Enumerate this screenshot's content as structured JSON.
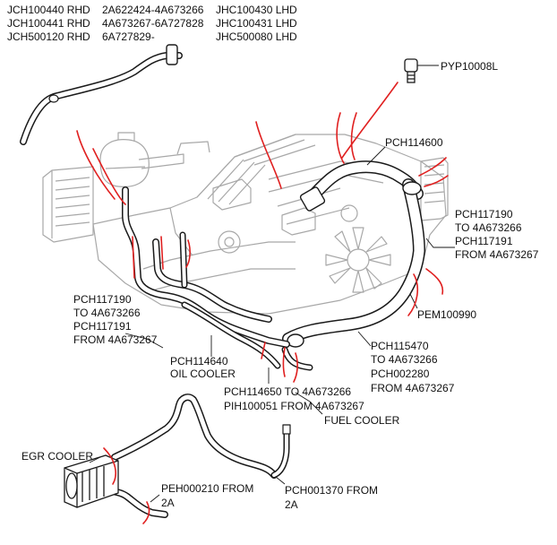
{
  "header": {
    "rows": [
      {
        "code": "JCH100440 RHD",
        "range": "2A622424-4A673266",
        "alt": "JHC100430 LHD"
      },
      {
        "code": "JCH100441 RHD",
        "range": "4A673267-6A727828",
        "alt": "JHC100431 LHD"
      },
      {
        "code": "JCH500120 RHD",
        "range": "6A727829-",
        "alt": "JHC500080 LHD"
      }
    ]
  },
  "labels": {
    "pyp": "PYP10008L",
    "pch114600": "PCH114600",
    "pch117190_r": [
      "PCH117190",
      "TO 4A673266",
      "PCH117191",
      "FROM 4A673267"
    ],
    "pch117190_l": [
      "PCH117190",
      "TO 4A673266",
      "PCH117191",
      "FROM 4A673267"
    ],
    "pem100990": "PEM100990",
    "pch115470": [
      "PCH115470",
      "TO 4A673266",
      "PCH002280",
      "FROM 4A673267"
    ],
    "pch114640": [
      "PCH114640",
      "OIL COOLER"
    ],
    "pch114650": [
      "PCH114650 TO 4A673266",
      "PIH100051 FROM 4A673267"
    ],
    "fuel_cooler": "FUEL COOLER",
    "egr_cooler": "EGR COOLER",
    "peh000210": [
      "PEH000210 FROM",
      "2A"
    ],
    "pch001370": [
      "PCH001370 FROM",
      "2A"
    ]
  },
  "colors": {
    "highlight": "#e02020",
    "hose": "#1a1a1a",
    "engine": "#a8a8a8"
  }
}
